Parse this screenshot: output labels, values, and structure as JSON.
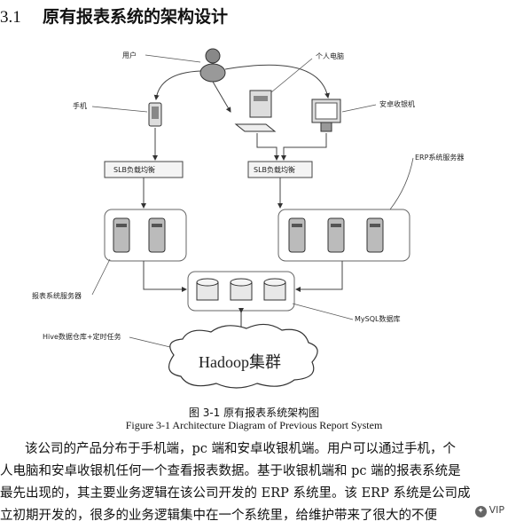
{
  "heading": {
    "number": "3.1",
    "title": "原有报表系统的架构设计"
  },
  "diagram": {
    "user": "用户",
    "phone": "手机",
    "pc": "个人电脑",
    "pos": "安卓收银机",
    "slb_left": "SLB负载均衡",
    "slb_right": "SLB负载均衡",
    "erp_server": "ERP系统服务器",
    "report_server": "报表系统服务器",
    "mysql": "MySQL数据库",
    "hive": "Hive数据仓库+定时任务",
    "hadoop": "Hadoop集群"
  },
  "caption": {
    "cn": "图 3-1 原有报表系统架构图",
    "en": "Figure 3-1 Architecture Diagram of Previous Report System"
  },
  "body": {
    "line1": "该公司的产品分布于手机端，pc 端和安卓收银机端。用户可以通过手机，个",
    "line2": "人电脑和安卓收银机任何一个查看报表数据。基于收银机端和 pc 端的报表系统是",
    "line3": "最先出现的，其主要业务逻辑在该公司开发的 ERP 系统里。该 ERP 系统是公司成",
    "line4": "立初期开发的，很多的业务逻辑集中在一个系统里，给维护带来了很大的不便"
  },
  "vip_badge": "VIP"
}
